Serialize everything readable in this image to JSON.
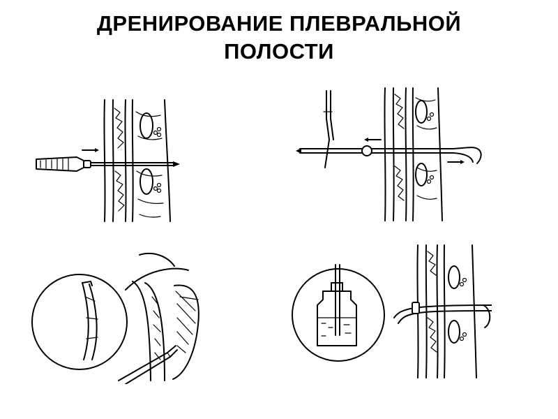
{
  "title": {
    "line1": "ДРЕНИРОВАНИЕ ПЛЕВРАЛЬНОЙ",
    "line2": "ПОЛОСТИ"
  },
  "colors": {
    "ink": "#000000",
    "background": "#ffffff"
  },
  "figures": [
    {
      "name": "trocar-insertion",
      "icon": "trocar-icon"
    },
    {
      "name": "drain-tube-placement",
      "icon": "drain-tube-icon"
    },
    {
      "name": "surgical-opening-detail",
      "icon": "forceps-icon"
    },
    {
      "name": "water-seal-drainage",
      "icon": "bottle-icon"
    }
  ]
}
